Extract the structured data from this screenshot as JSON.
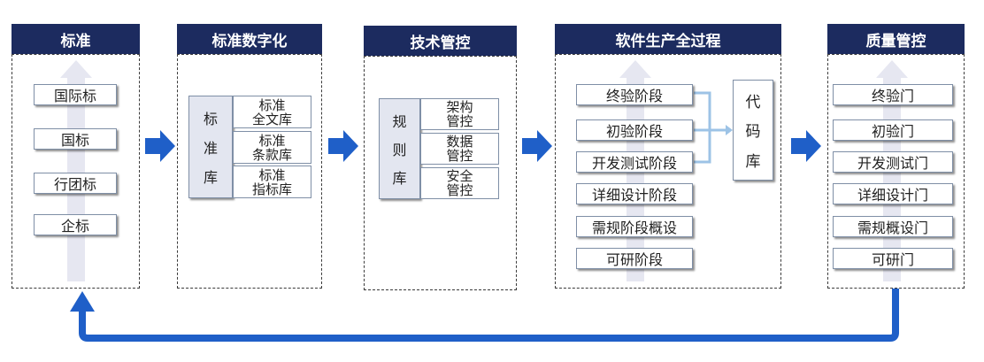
{
  "columns": [
    {
      "title": "标准",
      "items": [
        "国际标",
        "国标",
        "行团标",
        "企标"
      ]
    },
    {
      "title": "标准数字化",
      "group_label": [
        "标",
        "准",
        "库"
      ],
      "items": [
        {
          "line1": "标准",
          "line2": "全文库"
        },
        {
          "line1": "标准",
          "line2": "条款库"
        },
        {
          "line1": "标准",
          "line2": "指标库"
        }
      ]
    },
    {
      "title": "技术管控",
      "group_label": [
        "规",
        "则",
        "库"
      ],
      "items": [
        {
          "line1": "架构",
          "line2": "管控"
        },
        {
          "line1": "数据",
          "line2": "管控"
        },
        {
          "line1": "安全",
          "line2": "管控"
        }
      ]
    },
    {
      "title": "软件生产全过程",
      "items": [
        "终验阶段",
        "初验阶段",
        "开发测试阶段",
        "详细设计阶段",
        "需规阶段概设",
        "可研阶段"
      ],
      "code_repo": [
        "代",
        "码",
        "库"
      ]
    },
    {
      "title": "质量管控",
      "items": [
        "终验门",
        "初验门",
        "开发测试门",
        "详细设计门",
        "需规概设门",
        "可研门"
      ]
    }
  ],
  "colors": {
    "header_bg": "#1c2b5f",
    "arrow_blue": "#1f5fc8",
    "connector_light_blue": "#9dc3e6",
    "shaft": "#e6e7f1"
  },
  "icons": {
    "flow_arrow": "right-arrow-icon",
    "feedback": "feedback-loop-arrow-icon"
  }
}
